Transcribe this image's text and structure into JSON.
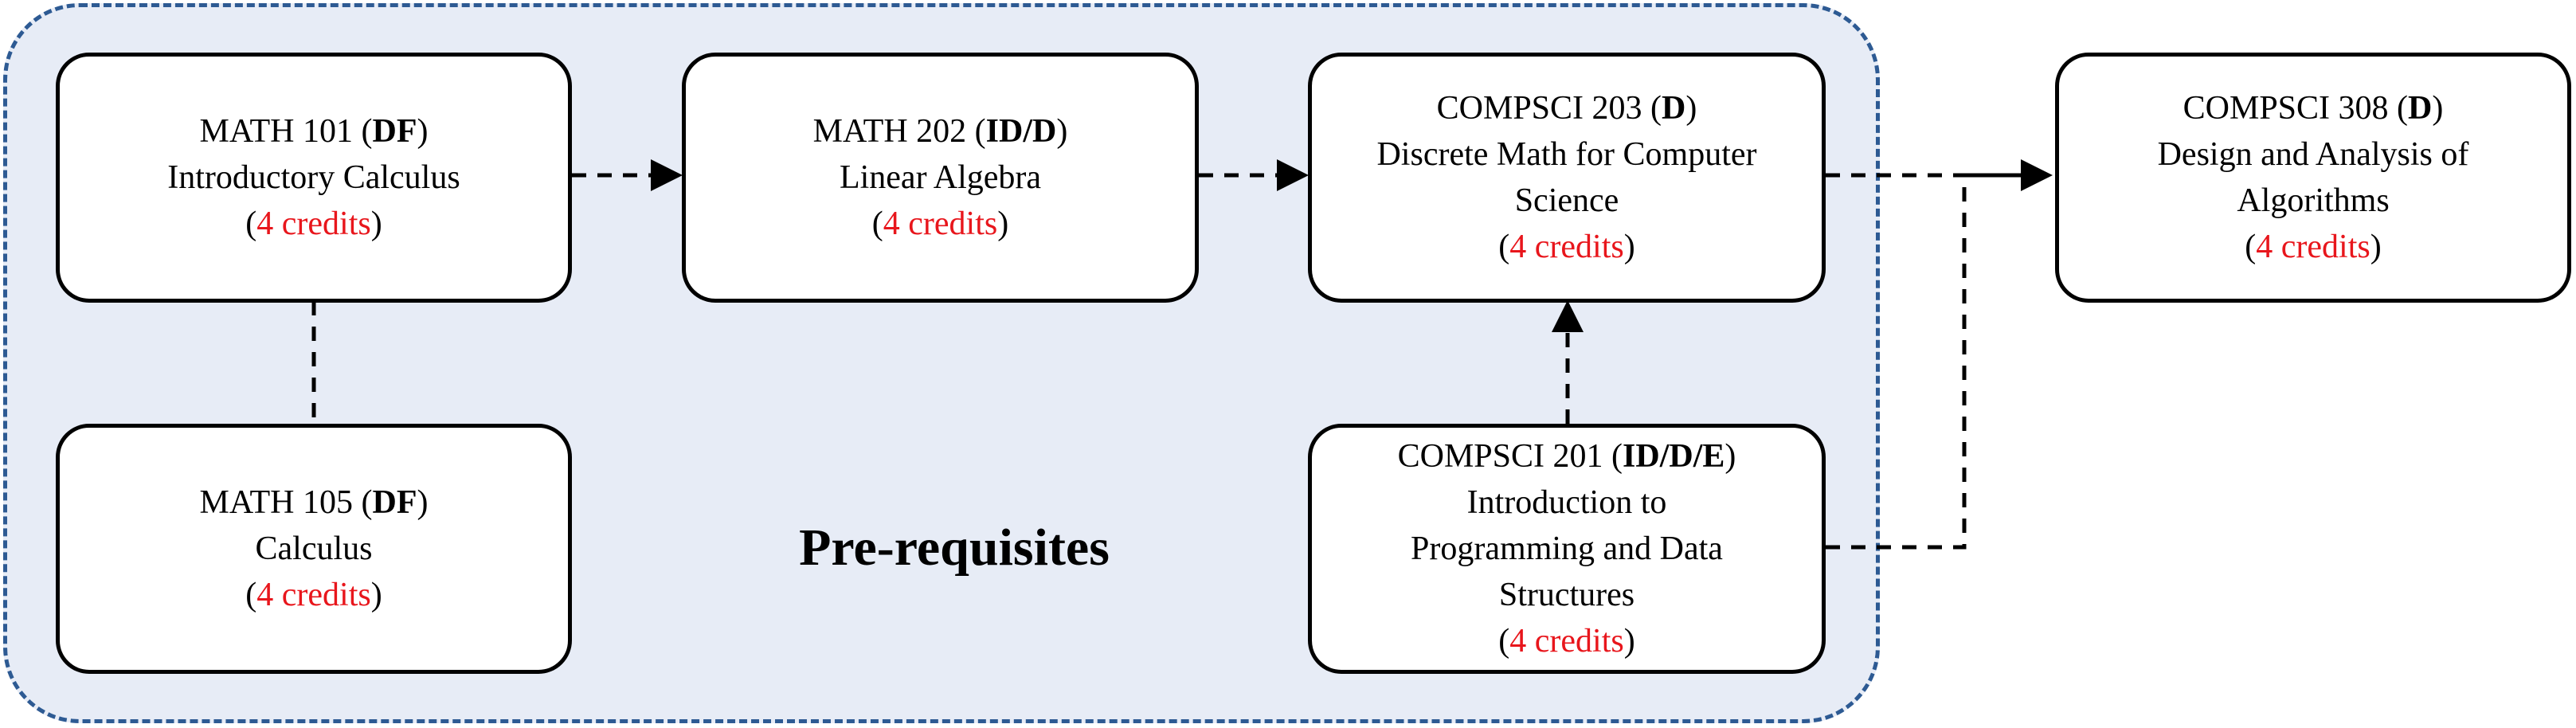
{
  "region": {
    "label": "Pre-requisites"
  },
  "courses": {
    "math101": {
      "code": "MATH 101",
      "level": "DF",
      "name": "Introductory Calculus",
      "credits": "4 credits"
    },
    "math202": {
      "code": "MATH 202",
      "level": "ID/D",
      "name": "Linear Algebra",
      "credits": "4 credits"
    },
    "compsci203": {
      "code": "COMPSCI 203",
      "level": "D",
      "name_lines": [
        "Discrete Math for Computer",
        "Science"
      ],
      "credits": "4 credits"
    },
    "compsci308": {
      "code": "COMPSCI 308",
      "level": "D",
      "name_lines": [
        "Design and Analysis of",
        "Algorithms"
      ],
      "credits": "4 credits"
    },
    "math105": {
      "code": "MATH 105",
      "level": "DF",
      "name": "Calculus",
      "credits": "4 credits"
    },
    "compsci201": {
      "code": "COMPSCI 201",
      "level": "ID/D/E",
      "name_lines": [
        "Introduction to",
        "Programming and Data",
        "Structures"
      ],
      "credits": "4 credits"
    }
  },
  "colors": {
    "region_fill": "#e7ecf6",
    "region_border": "#2d5a93",
    "credits_text": "#e8161c"
  }
}
